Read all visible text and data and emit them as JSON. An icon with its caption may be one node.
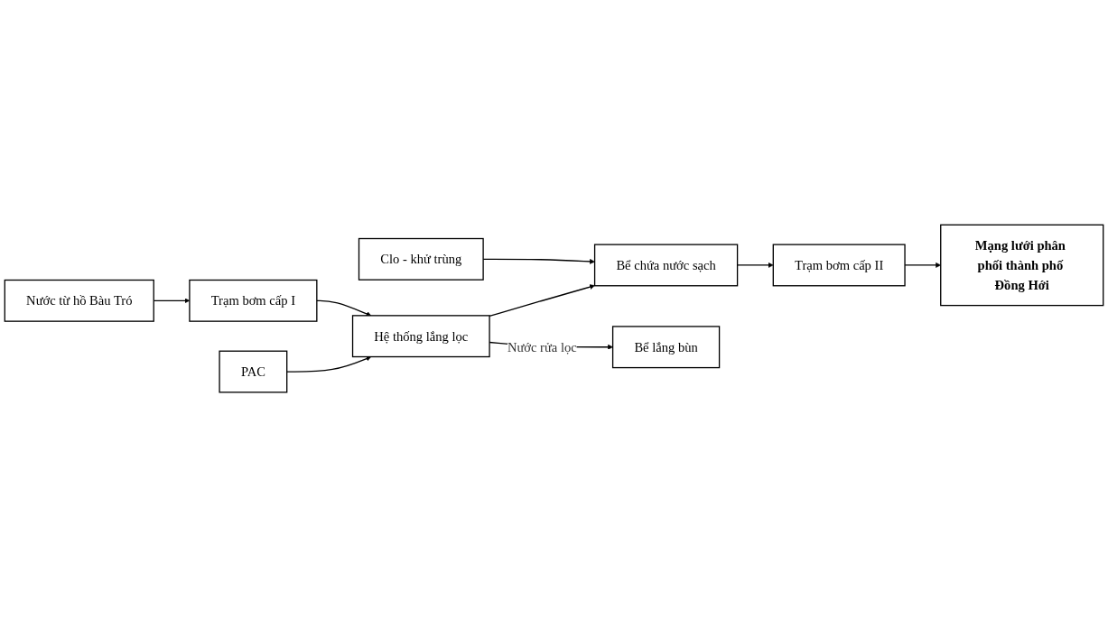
{
  "diagram": {
    "nodes": [
      {
        "text": [
          "Nước từ hồ Bàu Tró"
        ]
      },
      {
        "text": [
          "Trạm bơm cấp I"
        ]
      },
      {
        "text": [
          "PAC"
        ]
      },
      {
        "text": [
          "Clo - khử trùng"
        ]
      },
      {
        "text": [
          "Hệ thống lắng lọc"
        ]
      },
      {
        "text": [
          "Bể chứa nước sạch"
        ]
      },
      {
        "text": [
          "Bể lắng bùn"
        ]
      },
      {
        "text": [
          "Trạm bơm cấp II"
        ]
      },
      {
        "text": [
          "Mạng lưới phân phối thành phố Đồng Hới"
        ]
      }
    ],
    "edges": [
      {
        "from": 0,
        "to": 1,
        "arrow": "to"
      },
      {
        "from": 1,
        "to": 4,
        "arrow": "to"
      },
      {
        "from": 2,
        "to": 4,
        "arrow": "to"
      },
      {
        "from": 4,
        "to": 5,
        "arrow": "to"
      },
      {
        "from": 3,
        "to": 5,
        "arrow": "to"
      },
      {
        "from": 4,
        "to": 6,
        "arrow": "to",
        "label": "Nước rửa lọc"
      },
      {
        "from": 5,
        "to": 7,
        "arrow": "to"
      },
      {
        "from": 7,
        "to": 8,
        "arrow": "to"
      }
    ]
  }
}
